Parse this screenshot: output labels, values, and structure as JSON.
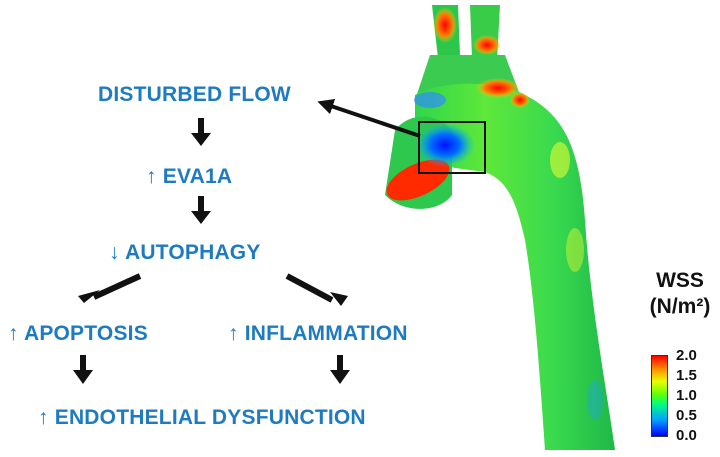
{
  "flow": {
    "disturbed_flow": "DISTURBED FLOW",
    "eva1a": "↑ EVA1A",
    "autophagy": "↓ AUTOPHAGY",
    "apoptosis": "↑ APOPTOSIS",
    "inflammation": "↑ INFLAMMATION",
    "endothelial": "↑ ENDOTHELIAL DYSFUNCTION"
  },
  "legend": {
    "title_line1": "WSS",
    "title_line2": "(N/m²)",
    "ticks": [
      "2.0",
      "1.5",
      "1.0",
      "0.5",
      "0.0"
    ]
  },
  "colors": {
    "text_blue": "#1f7bc1",
    "arrow": "#111111",
    "vessel_low": "#0000ff",
    "vessel_mid": "#00ff00",
    "vessel_high": "#ff0000"
  }
}
